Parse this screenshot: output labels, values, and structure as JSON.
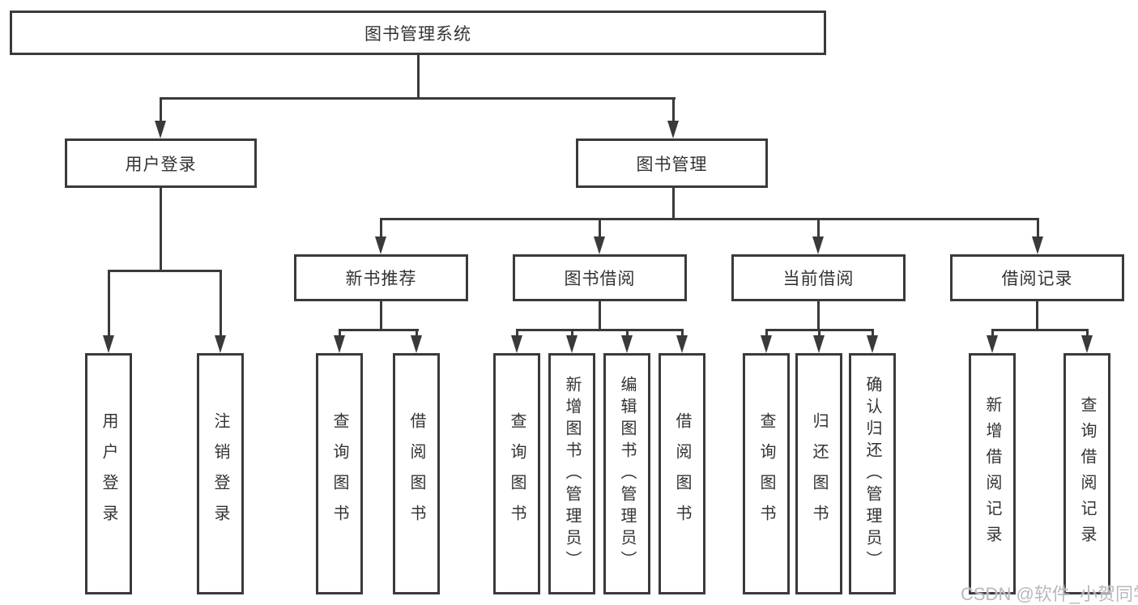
{
  "diagram": {
    "root": {
      "label": "图书管理系统"
    },
    "level2": [
      {
        "label": "用户登录",
        "children": [
          {
            "label": "用户登录"
          },
          {
            "label": "注销登录"
          }
        ]
      },
      {
        "label": "图书管理",
        "children": [
          {
            "label": "新书推荐",
            "children": [
              {
                "label": "查询图书"
              },
              {
                "label": "借阅图书"
              }
            ]
          },
          {
            "label": "图书借阅",
            "children": [
              {
                "label": "查询图书"
              },
              {
                "label": "新增图书（管理员）"
              },
              {
                "label": "编辑图书（管理员）"
              },
              {
                "label": "借阅图书"
              }
            ]
          },
          {
            "label": "当前借阅",
            "children": [
              {
                "label": "查询图书"
              },
              {
                "label": "归还图书"
              },
              {
                "label": "确认归还（管理员）"
              }
            ]
          },
          {
            "label": "借阅记录",
            "children": [
              {
                "label": "新增借阅记录"
              },
              {
                "label": "查询借阅记录"
              }
            ]
          }
        ]
      }
    ]
  },
  "watermark": {
    "text": "CSDN @软件_小贺同学"
  },
  "colors": {
    "line": "#3a3a3a",
    "text": "#333333",
    "watermark": "#b9b9b9",
    "background": "#ffffff"
  }
}
